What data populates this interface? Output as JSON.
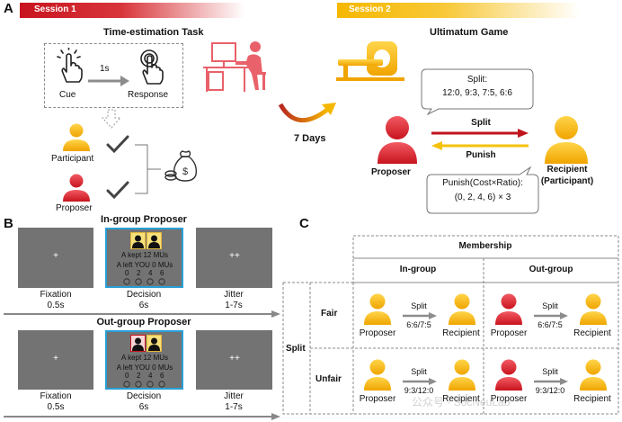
{
  "panel_a": {
    "letter": "A",
    "session1_label": "Session 1",
    "session2_label": "Session 2",
    "task_title": "Time-estimation Task",
    "cue": "Cue",
    "interval": "1s",
    "response": "Response",
    "participant": "Participant",
    "proposer_left": "Proposer",
    "days": "7 Days",
    "game_title": "Ultimatum Game",
    "split_bubble_title": "Split:",
    "split_bubble_values": "12:0, 9:3, 7:5, 6:6",
    "split_arrow": "Split",
    "punish_arrow": "Punish",
    "proposer_right": "Proposer",
    "recipient": "Recipient",
    "recipient_sub": "(Participant)",
    "punish_bubble_title": "Punish(Cost×Ratio):",
    "punish_bubble_values": "(0, 2, 4, 6) × 3",
    "money_symbol": "$",
    "colors": {
      "session1": "#c8141e",
      "session2": "#f5b800",
      "split_arrow": "#c0141c",
      "punish_arrow": "#f4c20d"
    }
  },
  "panel_b": {
    "letter": "B",
    "ingroup_title": "In-group Proposer",
    "outgroup_title": "Out-group Proposer",
    "fixation_symbol": "+",
    "jitter_symbol": "++",
    "decision_line1": "A kept 12 MUs",
    "decision_line2": "A  left YOU 0 MUs",
    "options": [
      "0",
      "2",
      "4",
      "6"
    ],
    "labels": [
      {
        "name": "Fixation",
        "time": "0.5s"
      },
      {
        "name": "Decision",
        "time": "6s"
      },
      {
        "name": "Jitter",
        "time": "1-7s"
      }
    ],
    "colors": {
      "screen": "#737373",
      "decision_border": "#2a9fd6"
    }
  },
  "panel_c": {
    "letter": "C",
    "membership": "Membership",
    "ingroup": "In-group",
    "outgroup": "Out-group",
    "split": "Split",
    "fair": "Fair",
    "unfair": "Unfair",
    "proposer": "Proposer",
    "recipient": "Recipient",
    "arrow_label": "Split",
    "fair_values": "6:6/7:5",
    "unfair_values": "9:3/12:0",
    "watermark": "公众号 · SocNeuLab"
  }
}
